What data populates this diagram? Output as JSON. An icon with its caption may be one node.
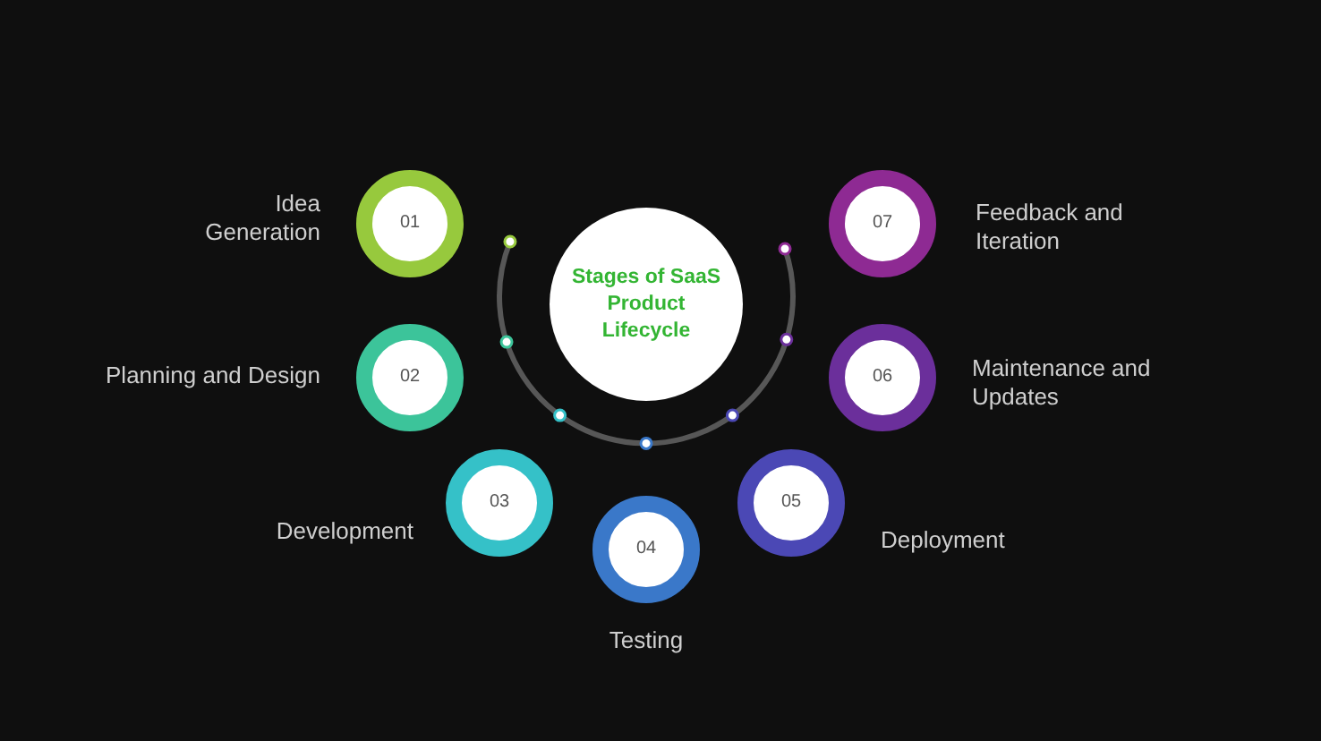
{
  "diagram": {
    "nodes": [
      {
        "text": [
          "Stages of SaaS Product Lifecycle"
        ]
      },
      {
        "text": [
          "01"
        ],
        "beside": [
          "Idea Generation"
        ]
      },
      {
        "text": [
          "02"
        ],
        "beside": [
          "Planning and Design"
        ]
      },
      {
        "text": [
          "03"
        ],
        "beside": [
          "Development"
        ]
      },
      {
        "text": [
          "04"
        ],
        "beside": [
          "Testing"
        ]
      },
      {
        "text": [
          "05"
        ],
        "beside": [
          "Deployment"
        ]
      },
      {
        "text": [
          "06"
        ],
        "beside": [
          "Maintenance and Updates"
        ]
      },
      {
        "text": [
          "07"
        ],
        "beside": [
          "Feedback and Iteration"
        ]
      }
    ]
  }
}
